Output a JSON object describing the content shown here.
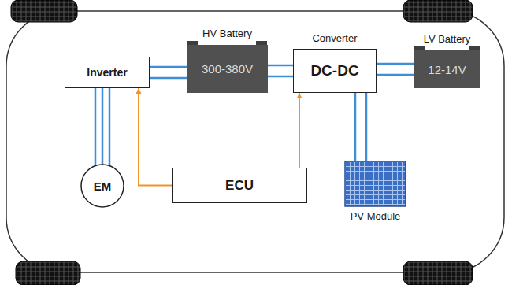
{
  "diagram": {
    "nodes": [
      {
        "text": [
          "Inverter"
        ]
      },
      {
        "text": [
          "HV Battery",
          "300-380V"
        ]
      },
      {
        "text": [
          "Converter",
          "DC-DC"
        ]
      },
      {
        "text": [
          "LV Battery",
          "12-14V"
        ]
      },
      {
        "text": [
          "EM"
        ]
      },
      {
        "text": [
          "ECU"
        ]
      },
      {
        "text": [
          "PV Module"
        ]
      }
    ],
    "edges": [
      {
        "from": 0,
        "to": 1,
        "arrow": "none"
      },
      {
        "from": 1,
        "to": 2,
        "arrow": "none"
      },
      {
        "from": 2,
        "to": 3,
        "arrow": "none"
      },
      {
        "from": 0,
        "to": 4,
        "arrow": "none"
      },
      {
        "from": 5,
        "to": 0,
        "arrow": "to"
      },
      {
        "from": 5,
        "to": 2,
        "arrow": "to"
      },
      {
        "from": 2,
        "to": 6,
        "arrow": "none"
      }
    ]
  }
}
